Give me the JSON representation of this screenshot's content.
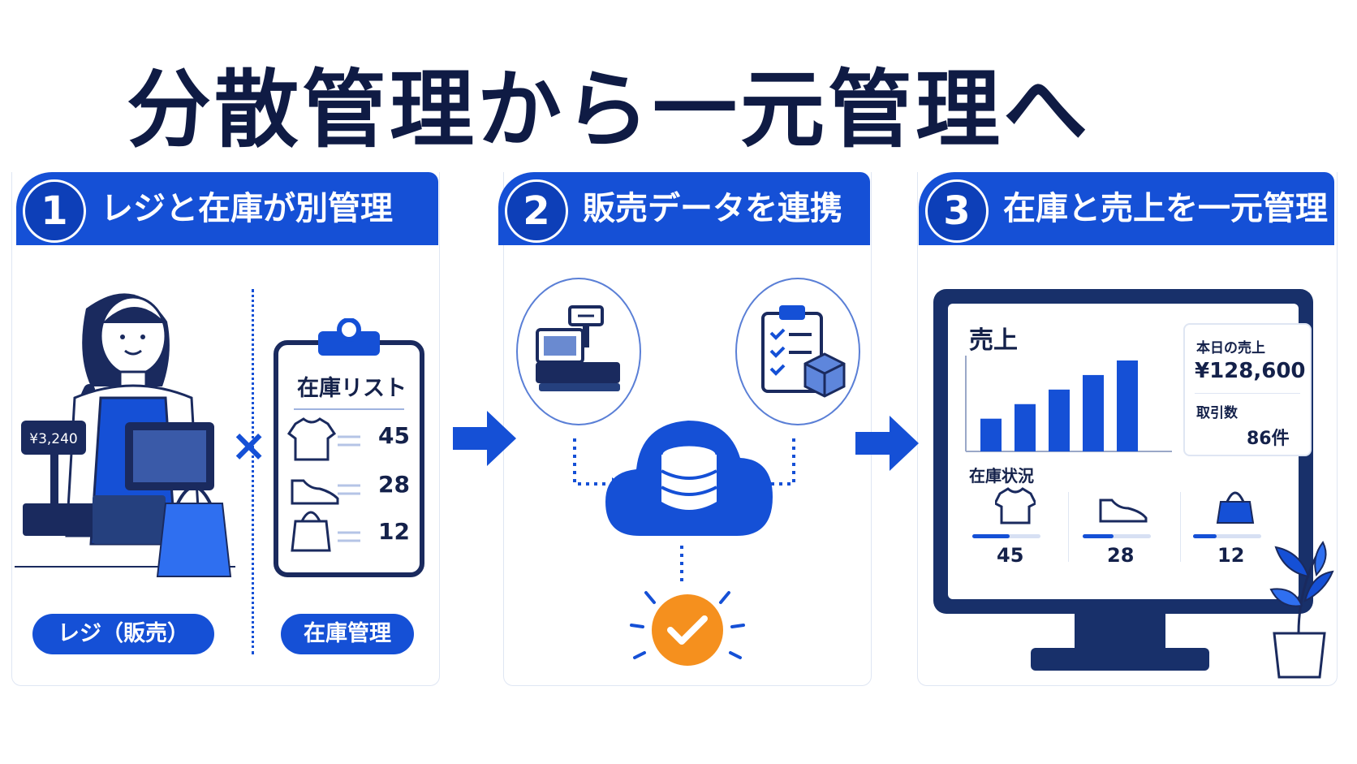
{
  "title": "分散管理から一元管理へ",
  "steps": [
    {
      "number": "1",
      "label": "レジと在庫が別管理"
    },
    {
      "number": "2",
      "label": "販売データを連携"
    },
    {
      "number": "3",
      "label": "在庫と売上を一元管理"
    }
  ],
  "step1": {
    "register_price": "¥3,240",
    "clipboard_title": "在庫リスト",
    "inventory": [
      {
        "icon": "tshirt-icon",
        "count": "45"
      },
      {
        "icon": "shoe-icon",
        "count": "28"
      },
      {
        "icon": "bag-icon",
        "count": "12"
      }
    ],
    "label_register": "レジ（販売）",
    "label_inventory": "在庫管理"
  },
  "dashboard": {
    "sales_title": "売上",
    "today_sales_label": "本日の売上",
    "today_sales_value": "¥128,600",
    "transactions_label": "取引数",
    "transactions_value": "86件",
    "stock_title": "在庫状況",
    "stock": [
      {
        "icon": "tshirt-icon",
        "count": "45",
        "level": 0.55
      },
      {
        "icon": "shoe-icon",
        "count": "28",
        "level": 0.45
      },
      {
        "icon": "bag-icon",
        "count": "12",
        "level": 0.35
      }
    ],
    "sales_bars": [
      0.36,
      0.52,
      0.68,
      0.84,
      1.0
    ]
  },
  "colors": {
    "primary": "#1550d6",
    "dark": "#14214a",
    "accent": "#f5901e"
  }
}
